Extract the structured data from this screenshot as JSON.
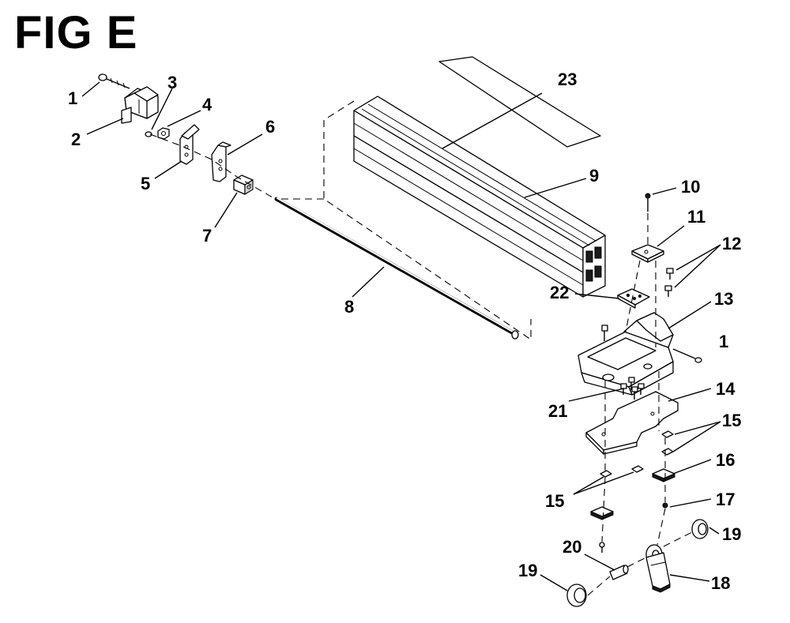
{
  "figure": {
    "title": "FIG E"
  },
  "callouts": [
    {
      "id": "c1a",
      "text": "1"
    },
    {
      "id": "c2",
      "text": "2"
    },
    {
      "id": "c3",
      "text": "3"
    },
    {
      "id": "c4",
      "text": "4"
    },
    {
      "id": "c5",
      "text": "5"
    },
    {
      "id": "c6",
      "text": "6"
    },
    {
      "id": "c7",
      "text": "7"
    },
    {
      "id": "c8",
      "text": "8"
    },
    {
      "id": "c9",
      "text": "9"
    },
    {
      "id": "c10",
      "text": "10"
    },
    {
      "id": "c11",
      "text": "11"
    },
    {
      "id": "c12",
      "text": "12"
    },
    {
      "id": "c13",
      "text": "13"
    },
    {
      "id": "c1b",
      "text": "1"
    },
    {
      "id": "c14",
      "text": "14"
    },
    {
      "id": "c15a",
      "text": "15"
    },
    {
      "id": "c15b",
      "text": "15"
    },
    {
      "id": "c16",
      "text": "16"
    },
    {
      "id": "c17",
      "text": "17"
    },
    {
      "id": "c18",
      "text": "18"
    },
    {
      "id": "c19a",
      "text": "19"
    },
    {
      "id": "c19b",
      "text": "19"
    },
    {
      "id": "c20",
      "text": "20"
    },
    {
      "id": "c21",
      "text": "21"
    },
    {
      "id": "c22",
      "text": "22"
    },
    {
      "id": "c23",
      "text": "23"
    }
  ]
}
